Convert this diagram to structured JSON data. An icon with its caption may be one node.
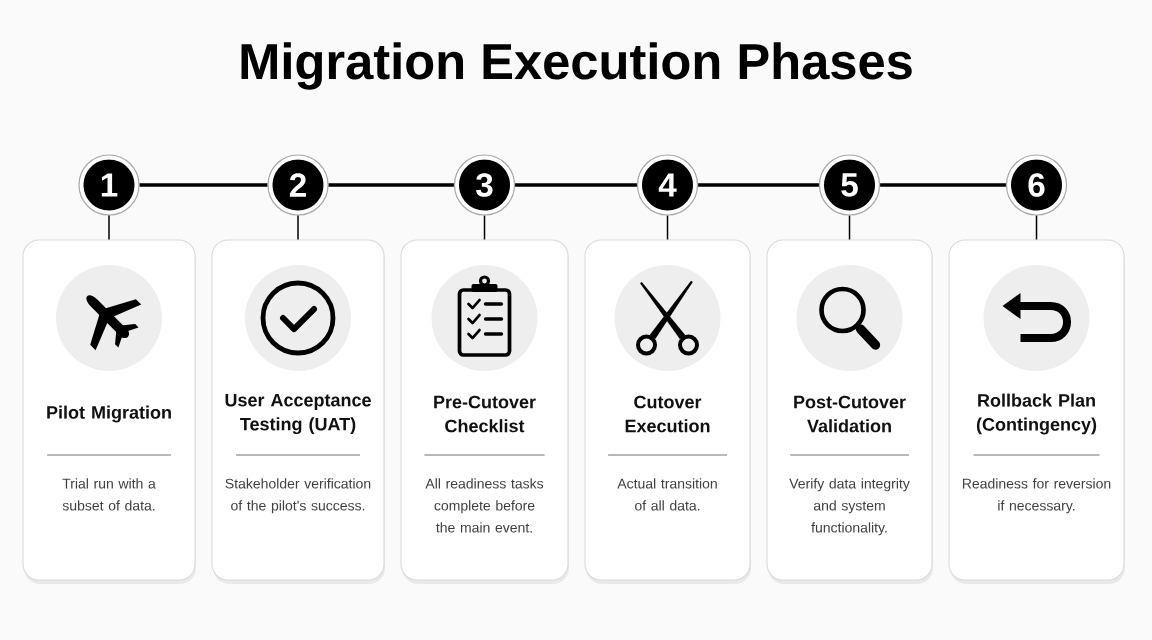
{
  "diagram": {
    "title": "Migration Execution Phases",
    "nodes": [
      {
        "text": [
          "1"
        ]
      },
      {
        "text": [
          "2"
        ]
      },
      {
        "text": [
          "3"
        ]
      },
      {
        "text": [
          "4"
        ]
      },
      {
        "text": [
          "5"
        ]
      },
      {
        "text": [
          "6"
        ]
      },
      {
        "text": [
          "Pilot Migration",
          "Trial run with a subset of data."
        ]
      },
      {
        "text": [
          "User Acceptance Testing (UAT)",
          "Stakeholder verification of the pilot's success."
        ]
      },
      {
        "text": [
          "Pre-Cutover Checklist",
          "All readiness tasks complete before the main event."
        ]
      },
      {
        "text": [
          "Cutover Execution",
          "Actual transition of all data."
        ]
      },
      {
        "text": [
          "Post-Cutover Validation",
          "Verify data integrity and system functionality."
        ]
      },
      {
        "text": [
          "Rollback Plan (Contingency)",
          "Readiness for reversion if necessary."
        ]
      }
    ],
    "edges": [
      {
        "from": 0,
        "to": 1,
        "arrow": "none",
        "style": "thick"
      },
      {
        "from": 1,
        "to": 2,
        "arrow": "none",
        "style": "thick"
      },
      {
        "from": 2,
        "to": 3,
        "arrow": "none",
        "style": "thick"
      },
      {
        "from": 3,
        "to": 4,
        "arrow": "none",
        "style": "thick"
      },
      {
        "from": 4,
        "to": 5,
        "arrow": "none",
        "style": "thick"
      },
      {
        "from": 0,
        "to": 6,
        "arrow": "none"
      },
      {
        "from": 1,
        "to": 7,
        "arrow": "none"
      },
      {
        "from": 2,
        "to": 8,
        "arrow": "none"
      },
      {
        "from": 3,
        "to": 9,
        "arrow": "none"
      },
      {
        "from": 4,
        "to": 10,
        "arrow": "none"
      },
      {
        "from": 5,
        "to": 11,
        "arrow": "none"
      }
    ]
  }
}
